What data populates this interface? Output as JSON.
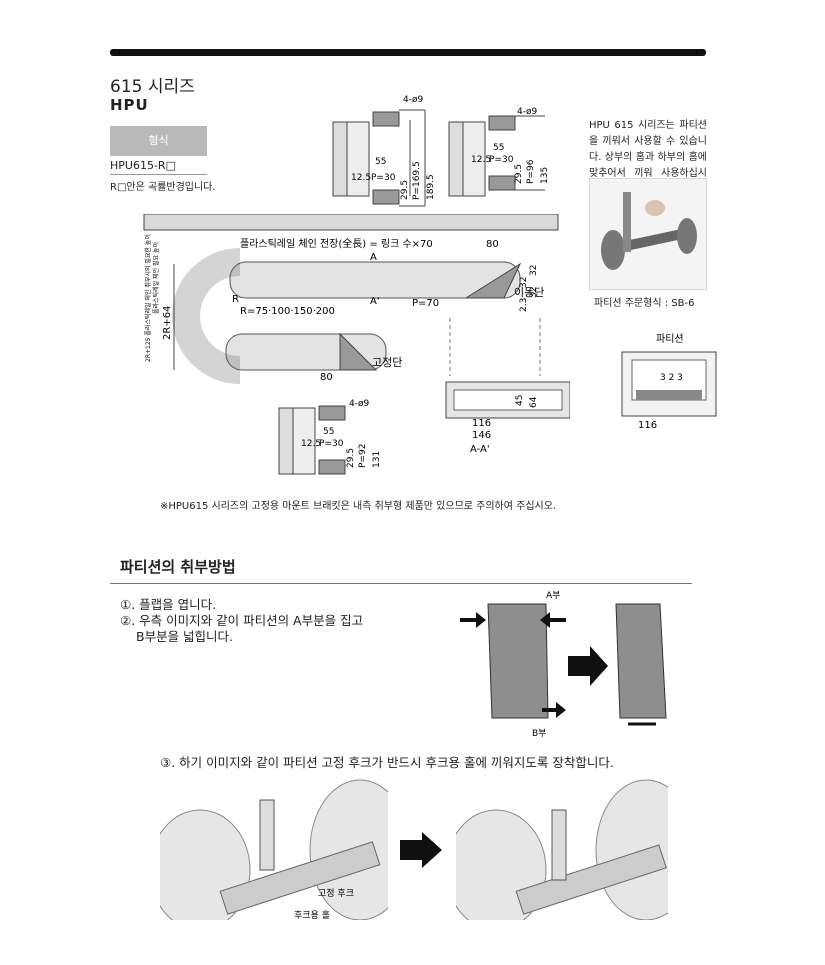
{
  "header": {
    "series_title": "615 시리즈",
    "brand": "HPU"
  },
  "model": {
    "label": "형식",
    "value": "HPU615-R□",
    "note": "R□안은 곡률반경입니다."
  },
  "description": {
    "text": "HPU 615 시리즈는 파티션을 끼워서 사용할 수 있습니다. 상부의 홈과 하부의 홈에 맞추어서 끼워 사용하십시오.",
    "photo_caption": "파티션 주문형식 : SB-6"
  },
  "drawing_top_left": {
    "hole": "4-ø9",
    "d55": "55",
    "d125": "12.5",
    "p30": "P=30",
    "d295": "29.5",
    "p1695": "P=169.5",
    "d1895": "189.5"
  },
  "drawing_top_mid": {
    "hole": "4-ø9",
    "d55": "55",
    "d125": "12.5",
    "p30": "P=30",
    "d295": "29.5",
    "p96": "P=96",
    "d135": "135"
  },
  "drawing_bottom_left": {
    "hole": "4-ø9",
    "d55": "55",
    "d125": "12.5",
    "p30": "P=30",
    "d295": "29.5",
    "p92": "P=92",
    "d131": "131"
  },
  "chain_drawing": {
    "length_label": "플라스틱레일 체인 전장(全長) = 링크 수×70",
    "d80_top": "80",
    "a_label": "A",
    "a_prime": "A'",
    "p70": "P=70",
    "d32a": "32",
    "d32b": "32",
    "d32c": "32",
    "d23": "2.3",
    "moving_end": "이동단",
    "radius": "R=75·100·150·200",
    "fixed_end": "고정단",
    "d80_bottom": "80",
    "r_label": "R",
    "height": "2R+64",
    "side_note_1": "2R+125 플라스틱레일 체인 취부시의 필요한 높이",
    "side_note_2": "플라스틱레일 체인 필요 높이"
  },
  "section_aa": {
    "d45": "45",
    "d64": "64",
    "d116": "116",
    "d146": "146",
    "label": "A-A'"
  },
  "partition_drawing": {
    "title": "파티션",
    "dims": "3 2 3",
    "width": "116"
  },
  "footnote": "※HPU615 시리즈의 고정용 마운트 브래킷은 내측 취부형 제품만 있으므로 주의하여 주십시오.",
  "section2": {
    "title": "파티션의 취부방법",
    "step1": "①. 플랩을 엽니다.",
    "step2_line1": "②. 우측 이미지와 같이 파티션의 A부분을 집고",
    "step2_line2": "B부분을 넓힙니다.",
    "a_part": "A부",
    "b_part": "B부",
    "step3": "③. 하기 이미지와 같이 파티션 고정 후크가 반드시 후크용 홀에 끼워지도록 장착합니다.",
    "hook_label": "고정 후크",
    "hole_label": "후크용 홀"
  },
  "colors": {
    "bar": "#111111",
    "model_box": "#b9b9b9",
    "part_gray": "#8e8e8e",
    "chain_gray": "#cfcfcf"
  }
}
